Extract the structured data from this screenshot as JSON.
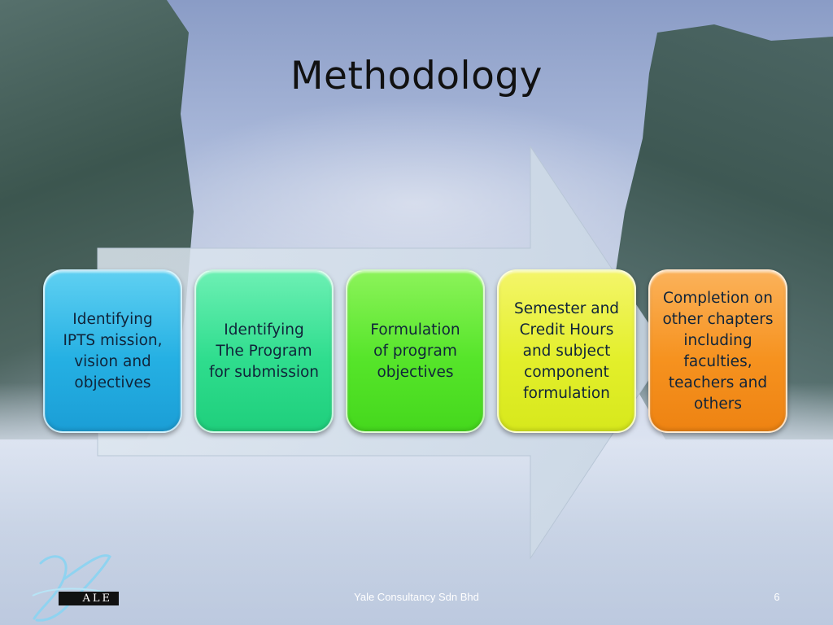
{
  "slide": {
    "title": "Methodology",
    "footer": "Yale Consultancy Sdn Bhd",
    "page_number": "6"
  },
  "logo": {
    "text": "ALE"
  },
  "steps": [
    {
      "label": "Identifying\nIPTS mission,\nvision and\nobjectives",
      "color": "#25b0e3"
    },
    {
      "label": "Identifying\nThe Program\nfor submission",
      "color": "#2fdd8e"
    },
    {
      "label": "Formulation\nof program\nobjectives",
      "color": "#56e52a"
    },
    {
      "label": "Semester and\nCredit Hours\nand subject\ncomponent\nformulation",
      "color": "#e3ef2b"
    },
    {
      "label": "Completion on\nother chapters\nincluding\nfaculties,\nteachers and\nothers",
      "color": "#f6921f"
    }
  ]
}
